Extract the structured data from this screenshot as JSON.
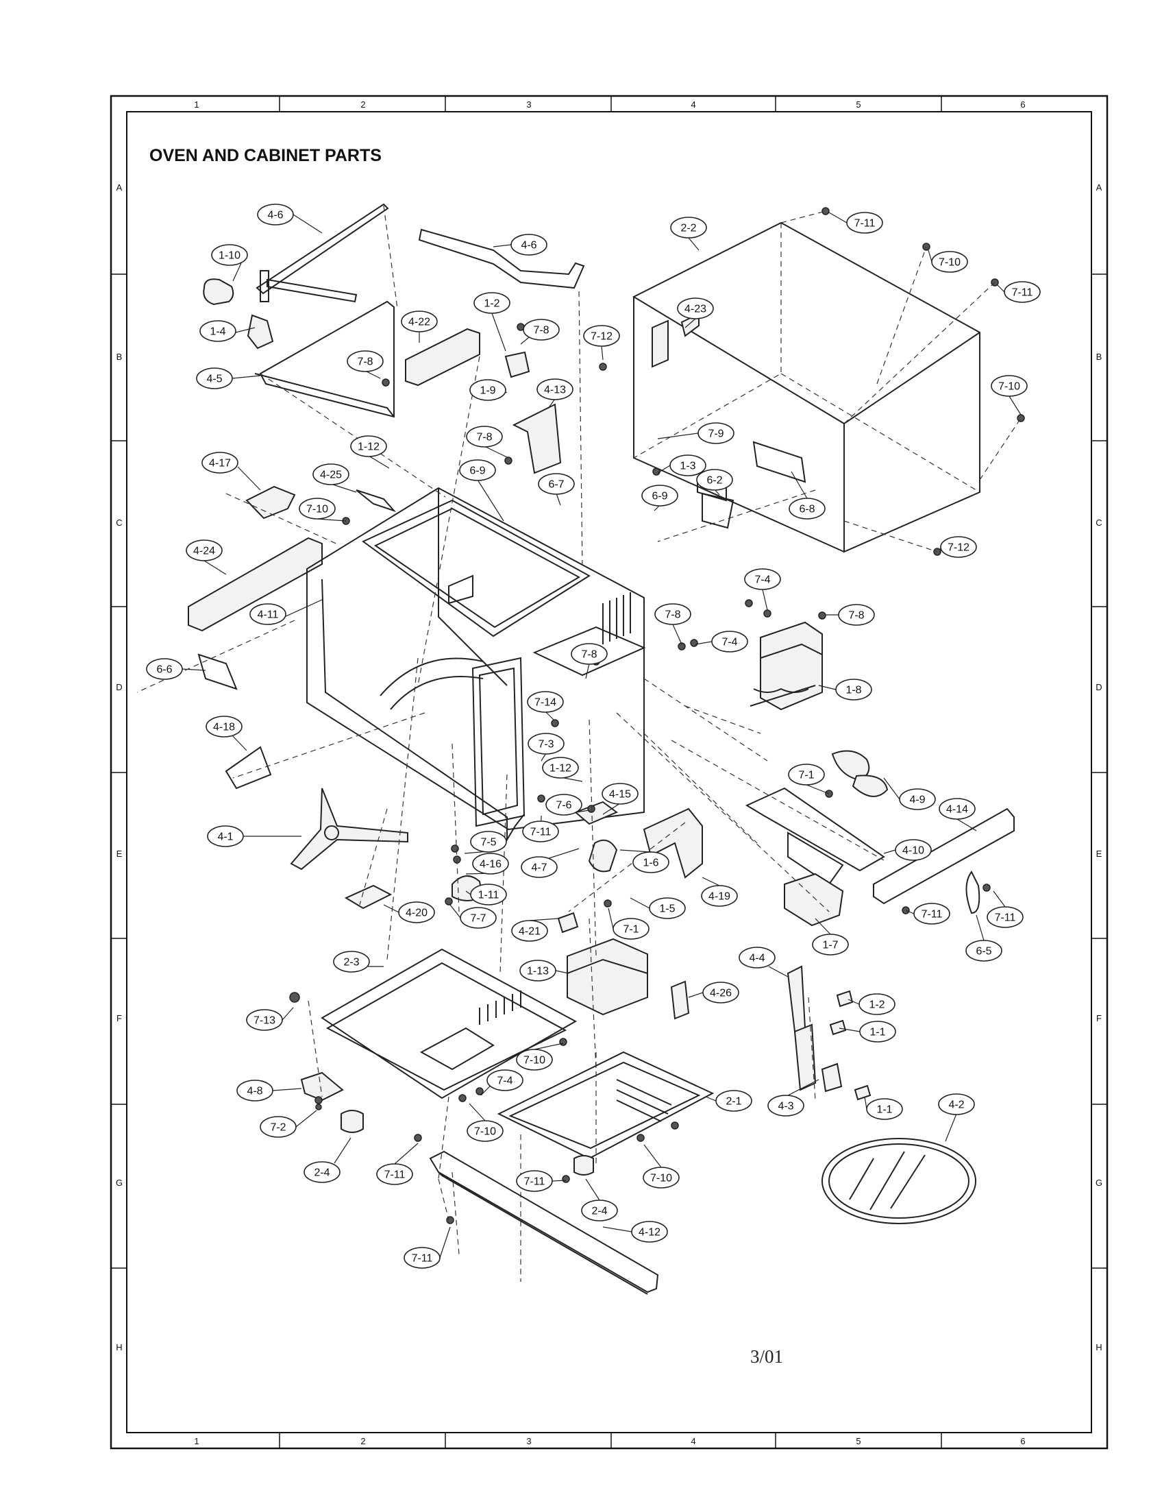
{
  "title": "OVEN AND CABINET PARTS",
  "page_mark": "3/01",
  "grid": {
    "columns": [
      "1",
      "2",
      "3",
      "4",
      "5",
      "6"
    ],
    "rows": [
      "A",
      "B",
      "C",
      "D",
      "E",
      "F",
      "G",
      "H"
    ]
  },
  "callouts": [
    "4-6",
    "1-10",
    "1-4",
    "4-5",
    "4-6",
    "4-22",
    "1-2",
    "7-8",
    "7-8",
    "1-9",
    "4-13",
    "2-2",
    "4-23",
    "7-12",
    "7-11",
    "7-10",
    "7-11",
    "7-10",
    "4-17",
    "4-25",
    "1-12",
    "7-10",
    "7-8",
    "6-9",
    "6-7",
    "6-9",
    "7-9",
    "1-3",
    "6-2",
    "6-8",
    "7-12",
    "4-24",
    "4-11",
    "6-6",
    "7-8",
    "7-8",
    "7-4",
    "7-4",
    "7-8",
    "1-8",
    "4-18",
    "7-14",
    "7-3",
    "1-12",
    "7-6",
    "4-15",
    "7-1",
    "4-9",
    "4-14",
    "4-1",
    "7-11",
    "7-5",
    "4-16",
    "4-7",
    "1-6",
    "4-19",
    "4-10",
    "1-11",
    "1-5",
    "7-11",
    "7-11",
    "4-20",
    "7-7",
    "7-1",
    "1-7",
    "6-5",
    "4-21",
    "2-3",
    "1-13",
    "4-26",
    "4-4",
    "1-2",
    "1-1",
    "7-13",
    "7-10",
    "4-8",
    "7-4",
    "2-1",
    "4-3",
    "1-1",
    "4-2",
    "7-2",
    "7-10",
    "2-4",
    "7-11",
    "7-11",
    "2-4",
    "7-10",
    "4-12",
    "7-11"
  ]
}
